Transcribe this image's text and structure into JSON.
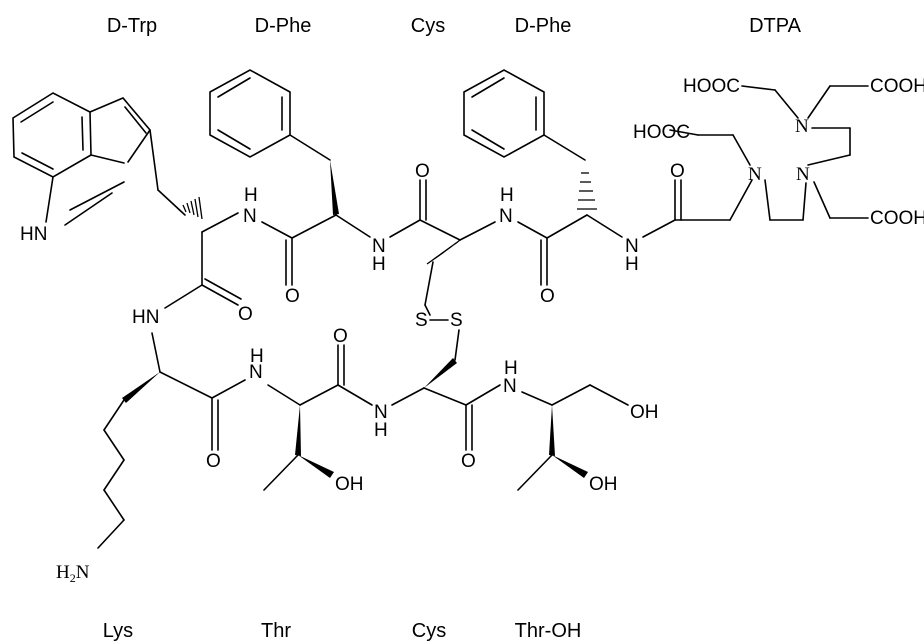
{
  "residues_top": [
    "D-Trp",
    "D-Phe",
    "Cys",
    "D-Phe",
    "DTPA"
  ],
  "residues_bottom": [
    "Lys",
    "Thr",
    "Cys",
    "Thr-OH"
  ],
  "atoms": {
    "hn": "HN",
    "nh": "N",
    "h": "H",
    "o": "O",
    "s": "S",
    "n": "N",
    "oh": "OH",
    "h2n": "H",
    "h2n_sub": "2",
    "h2n_n": "N",
    "hooc": "HOOC",
    "cooh": "COOH"
  }
}
